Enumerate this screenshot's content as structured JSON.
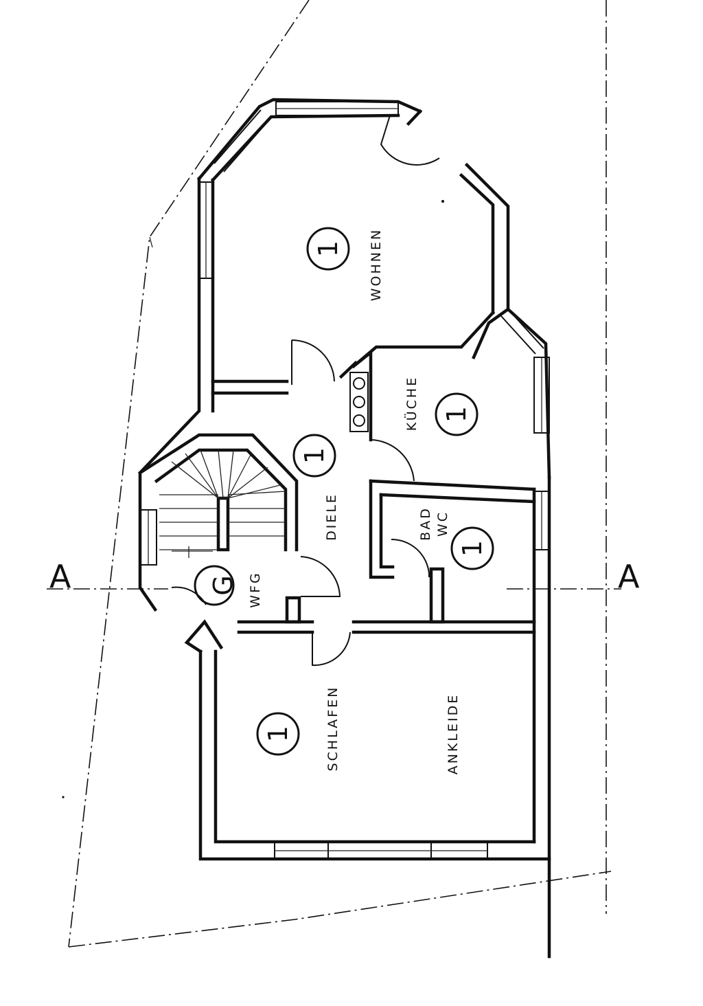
{
  "rooms": {
    "wohnen": {
      "label": "WOHNEN",
      "badge": "1"
    },
    "kueche": {
      "label": "KÜCHE",
      "badge": "1"
    },
    "diele": {
      "label": "DIELE",
      "badge": "1"
    },
    "bad": {
      "label_line1": "BAD",
      "label_line2": "WC",
      "badge": "1"
    },
    "schlafen": {
      "label": "SCHLAFEN",
      "badge": "1"
    },
    "ankleide": {
      "label": "ANKLEIDE"
    }
  },
  "annotations": {
    "wfg": "WFG",
    "gas_symbol": "G",
    "section_left": "A",
    "section_right": "A"
  }
}
